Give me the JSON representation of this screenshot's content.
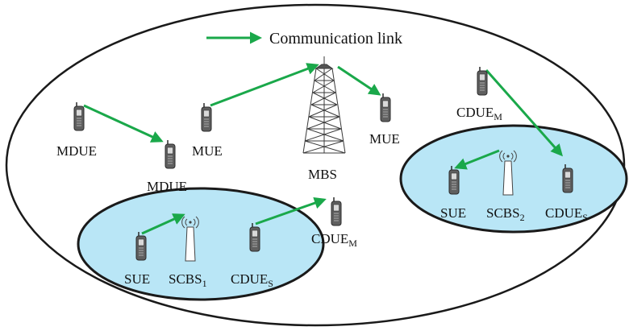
{
  "legend": {
    "label": "Communication link"
  },
  "colors": {
    "link": "#1aa84a",
    "small_cell_fill": "#b9e6f6",
    "outline": "#1a1a1a",
    "phone_body": "#5f5f5f",
    "phone_screen": "#d9d9d9"
  },
  "labels": {
    "mbs": "MBS",
    "mue_center": "MUE",
    "mue_right": "MUE",
    "mdue_left": "MDUE",
    "mdue_mid": "MDUE",
    "cdue_m_top": "CDUE",
    "cdue_m_mid": "CDUE",
    "sub_m": "M",
    "sue_1": "SUE",
    "scbs_1": "SCBS",
    "sub_1": "1",
    "cdue_s_1": "CDUE",
    "sub_s_1": "S",
    "sue_2": "SUE",
    "scbs_2": "SCBS",
    "sub_2": "2",
    "cdue_s_2": "CDUE",
    "sub_s_2": "S"
  }
}
